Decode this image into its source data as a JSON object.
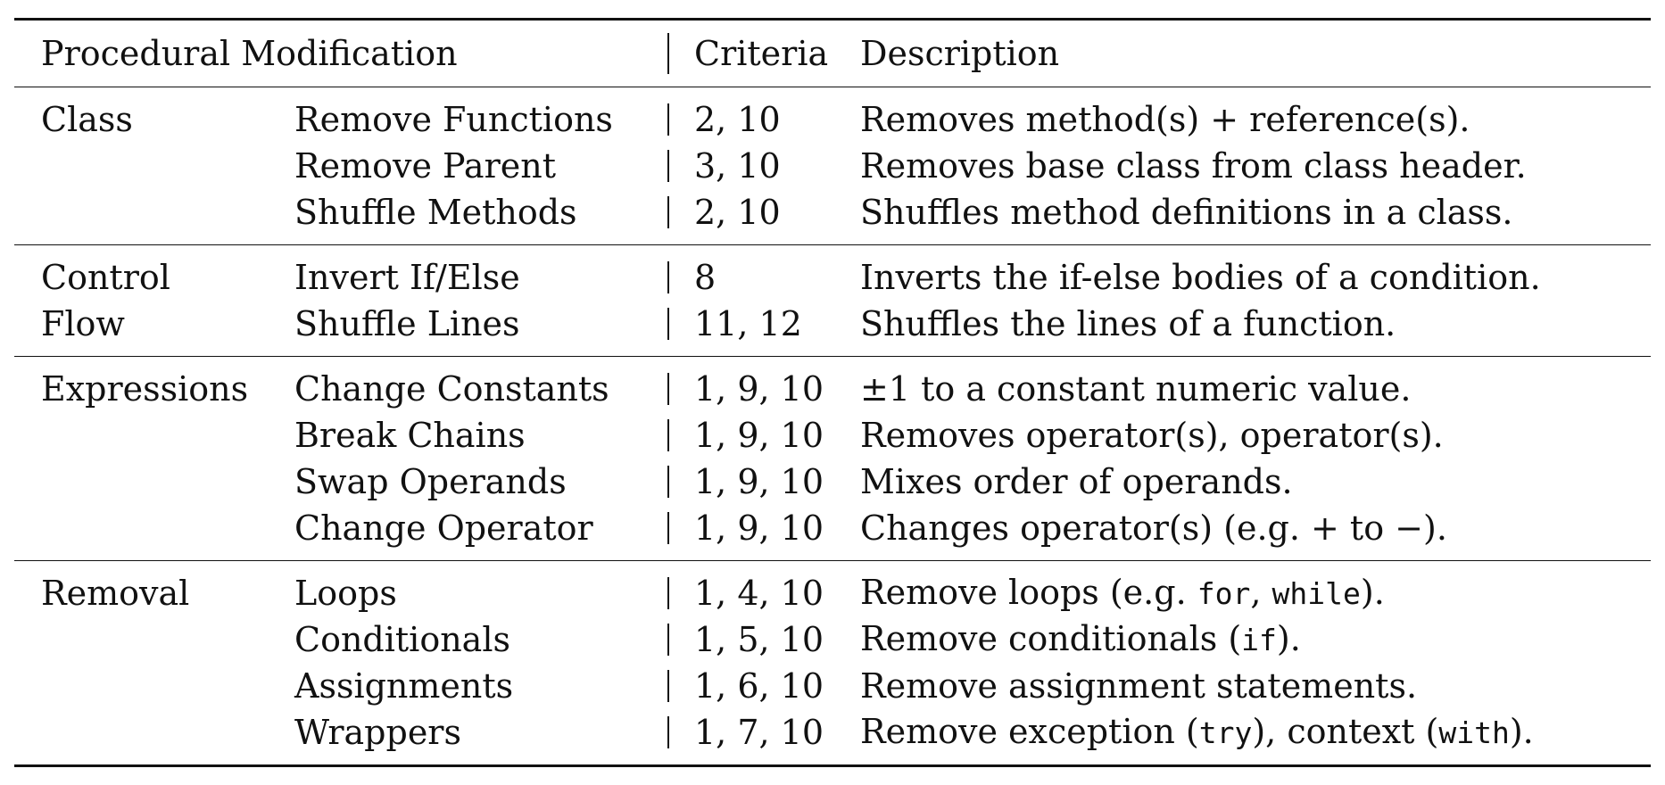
{
  "header": {
    "title": "Procedural Modification",
    "criteria": "Criteria",
    "description": "Description"
  },
  "groups": [
    {
      "rows": [
        {
          "category": "Class",
          "modification": "Remove Functions",
          "criteria": "2, 10",
          "description": "Removes method(s) + reference(s)."
        },
        {
          "category": "",
          "modification": "Remove Parent",
          "criteria": "3, 10",
          "description": "Removes base class from class header."
        },
        {
          "category": "",
          "modification": "Shuffle Methods",
          "criteria": "2, 10",
          "description": "Shuffles method definitions in a class."
        }
      ]
    },
    {
      "rows": [
        {
          "category": "Control",
          "modification": "Invert If/Else",
          "criteria": "8",
          "description": "Inverts the if-else bodies of a condition."
        },
        {
          "category": "Flow",
          "modification": "Shuffle Lines",
          "criteria": "11, 12",
          "description": "Shuffles the lines of a function."
        }
      ]
    },
    {
      "rows": [
        {
          "category": "Expressions",
          "modification": "Change Constants",
          "criteria": "1, 9, 10",
          "description": "±1 to a constant numeric value."
        },
        {
          "category": "",
          "modification": "Break Chains",
          "criteria": "1, 9, 10",
          "description": "Removes operator(s), operator(s)."
        },
        {
          "category": "",
          "modification": "Swap Operands",
          "criteria": "1, 9, 10",
          "description": "Mixes order of operands."
        },
        {
          "category": "",
          "modification": "Change Operator",
          "criteria": "1, 9, 10",
          "description": "Changes operator(s) (e.g. + to −)."
        }
      ]
    },
    {
      "rows": [
        {
          "category": "Removal",
          "modification": "Loops",
          "criteria": "1, 4, 10",
          "description_parts": [
            {
              "text": "Remove loops (e.g. "
            },
            {
              "text": "for",
              "code": true
            },
            {
              "text": ", "
            },
            {
              "text": "while",
              "code": true
            },
            {
              "text": ")."
            }
          ]
        },
        {
          "category": "",
          "modification": "Conditionals",
          "criteria": "1, 5, 10",
          "description_parts": [
            {
              "text": "Remove conditionals ("
            },
            {
              "text": "if",
              "code": true
            },
            {
              "text": ")."
            }
          ]
        },
        {
          "category": "",
          "modification": "Assignments",
          "criteria": "1, 6, 10",
          "description": "Remove assignment statements."
        },
        {
          "category": "",
          "modification": "Wrappers",
          "criteria": "1, 7, 10",
          "description_parts": [
            {
              "text": "Remove exception ("
            },
            {
              "text": "try",
              "code": true
            },
            {
              "text": "), context ("
            },
            {
              "text": "with",
              "code": true
            },
            {
              "text": ")."
            }
          ]
        }
      ]
    }
  ]
}
